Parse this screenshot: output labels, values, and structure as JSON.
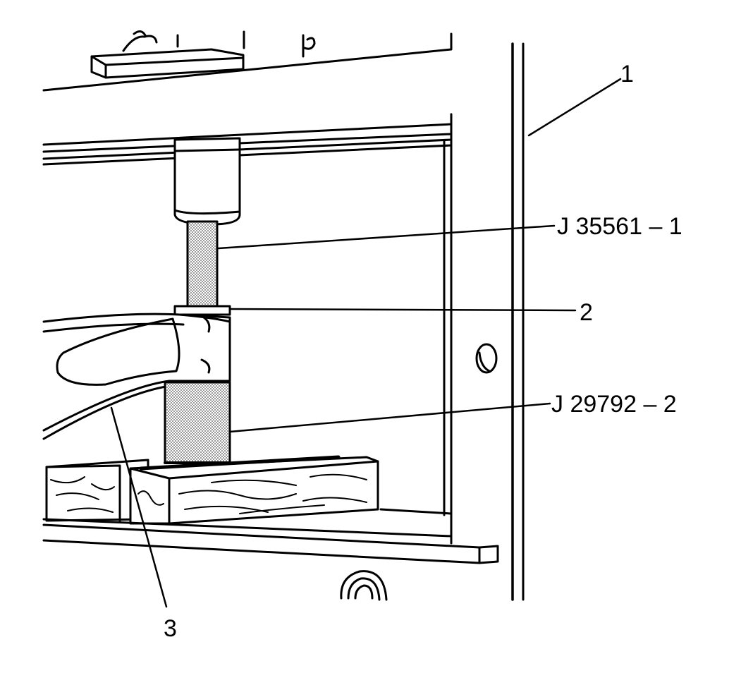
{
  "callouts": {
    "c1": "1",
    "c2": "2",
    "c3": "3",
    "tool_upper": "J 35561 – 1",
    "tool_lower": "J 29792 – 2"
  },
  "colors": {
    "ink": "#000000",
    "paper": "#ffffff",
    "stipple": "#b8b8b8"
  }
}
